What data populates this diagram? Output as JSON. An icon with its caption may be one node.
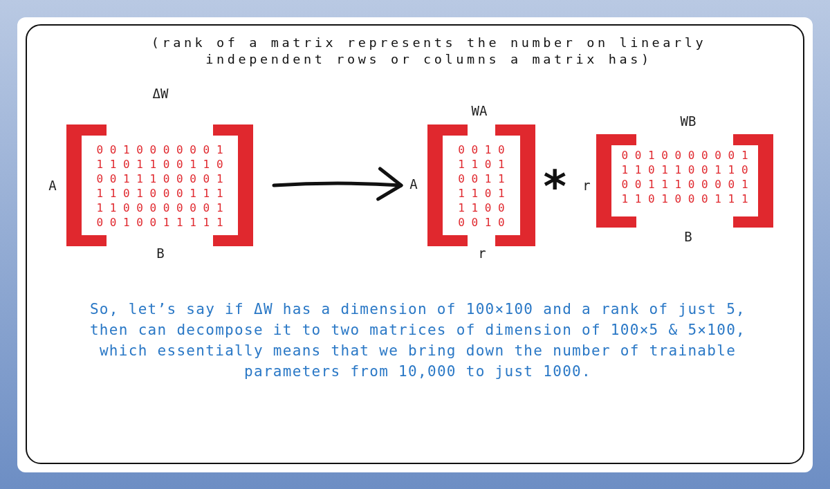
{
  "diagram": {
    "nodes": [
      {
        "text": [
          "0 0 1 0 0 0 0 0 0 1",
          "1 1 0 1 1 0 0 1 1 0",
          "0 0 1 1 1 0 0 0 0 1",
          "1 1 0 1 0 0 0 1 1 1",
          "1 1 0 0 0 0 0 0 0 1",
          "0 0 1 0 0 1 1 1 1 1"
        ],
        "beside": [
          "ΔW",
          "A",
          "B"
        ]
      },
      {
        "text": [
          "0 0 1 0",
          "1 1 0 1",
          "0 0 1 1",
          "1 1 0 1",
          "1 1 0 0",
          "0 0 1 0"
        ],
        "beside": [
          "WA",
          "A",
          "r"
        ]
      },
      {
        "text": [
          "0 0 1 0 0 0 0 0 0 1",
          "1 1 0 1 1 0 0 1 1 0",
          "0 0 1 1 1 0 0 0 0 1",
          "1 1 0 1 0 0 0 1 1 1"
        ],
        "beside": [
          "WB",
          "r",
          "B"
        ]
      }
    ],
    "edges": [
      {
        "from": 0,
        "to": 1,
        "arrow": "to"
      }
    ],
    "labels": [
      "(rank of a matrix represents the number on linearly independent rows or columns a matrix has)",
      "*",
      "So, let’s say if ΔW has a dimension of 100×100 and a rank of just 5, then can decompose it to two matrices of dimension of 100×5 & 5×100, which essentially means that we bring down the number of trainable parameters from 10,000 to just 1000."
    ]
  }
}
